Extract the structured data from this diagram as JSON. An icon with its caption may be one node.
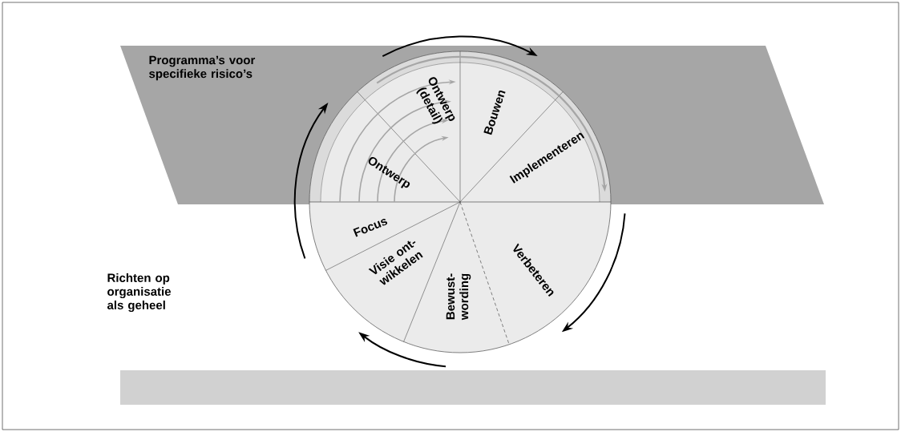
{
  "diagram": {
    "labels": [
      "Programma’s voor specifieke risico’s",
      "Ontwerp (detail)",
      "Bouwen",
      "Ontwerp",
      "Implementeren",
      "Focus",
      "Verbeteren",
      "Visie ont- wikkelen",
      "Bewust- wording",
      "Richten op organisatie als geheel"
    ]
  }
}
